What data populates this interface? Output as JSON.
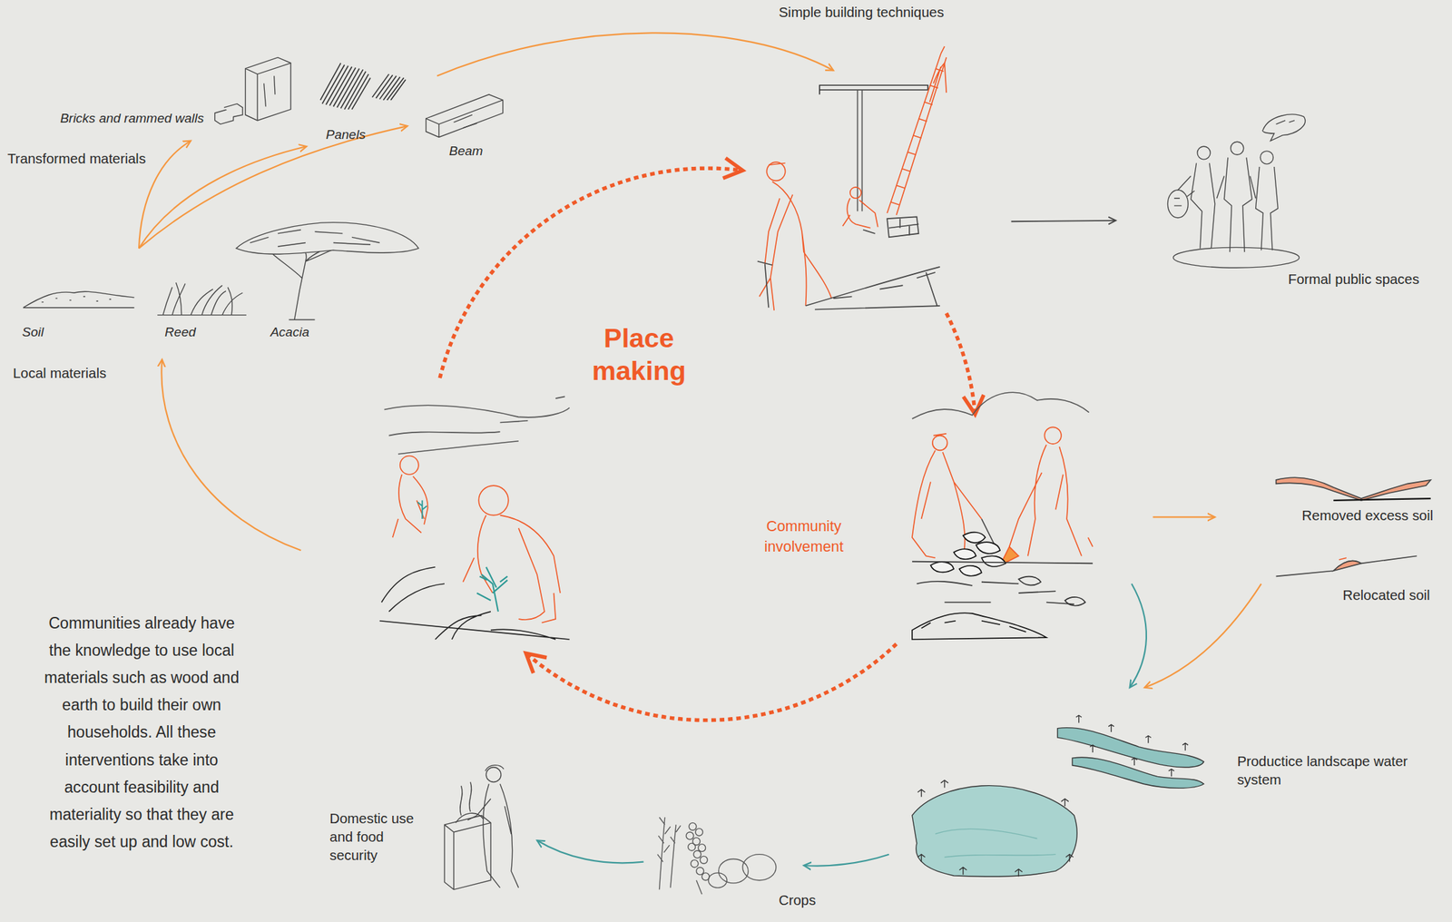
{
  "diagram": {
    "title": "Place making",
    "labels": [
      "Simple building techniques",
      "Bricks and rammed walls",
      "Panels",
      "Beam",
      "Transformed materials",
      "Formal public spaces",
      "Soil",
      "Reed",
      "Acacia",
      "Local materials",
      "Community involvement",
      "Removed excess soil",
      "Relocated soil",
      "Communities already have the knowledge to use local materials such as wood and earth to build their own households. All these interventions take into account feasibility and materiality so that they are easily set up and low cost.",
      "Productice landscape water system",
      "Domestic use and food security",
      "Crops"
    ]
  }
}
